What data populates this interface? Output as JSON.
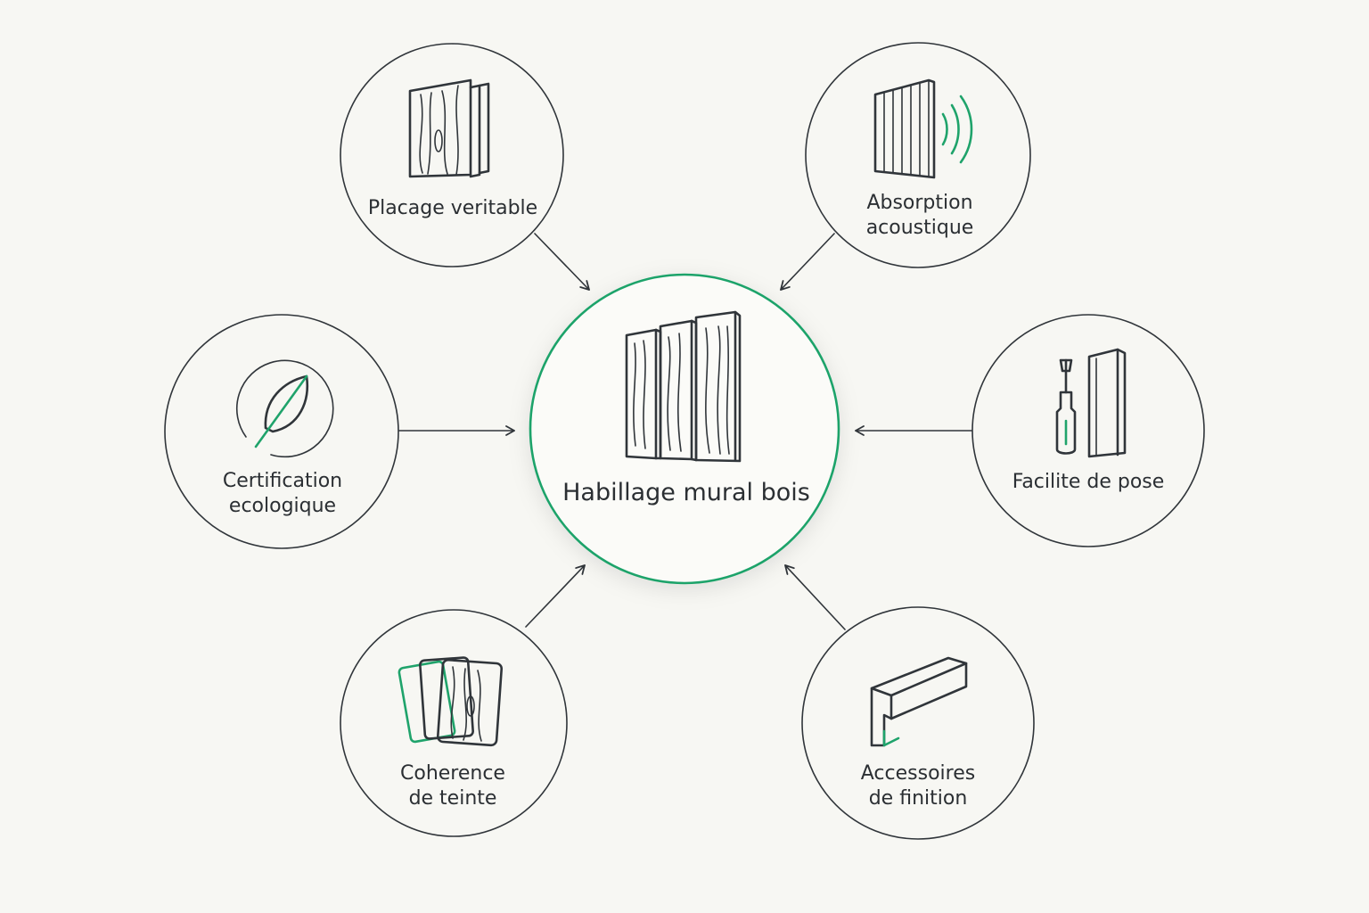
{
  "colors": {
    "background": "#f7f7f3",
    "ink": "#30353a",
    "accent": "#1fa36b"
  },
  "center": {
    "label": "Habillage mural bois",
    "icon": "wood-panels-icon"
  },
  "nodes": [
    {
      "id": "placage",
      "lines": [
        "Placage veritable"
      ],
      "icon": "wood-veneer-icon"
    },
    {
      "id": "acoustique",
      "lines": [
        "Absorption",
        "acoustique"
      ],
      "icon": "acoustic-panel-icon"
    },
    {
      "id": "certification",
      "lines": [
        "Certification",
        "ecologique"
      ],
      "icon": "leaf-icon"
    },
    {
      "id": "pose",
      "lines": [
        "Facilite de pose"
      ],
      "icon": "screwdriver-icon"
    },
    {
      "id": "teinte",
      "lines": [
        "Coherence",
        "de teinte"
      ],
      "icon": "color-samples-icon"
    },
    {
      "id": "finition",
      "lines": [
        "Accessoires",
        "de finition"
      ],
      "icon": "finishing-profile-icon"
    }
  ]
}
